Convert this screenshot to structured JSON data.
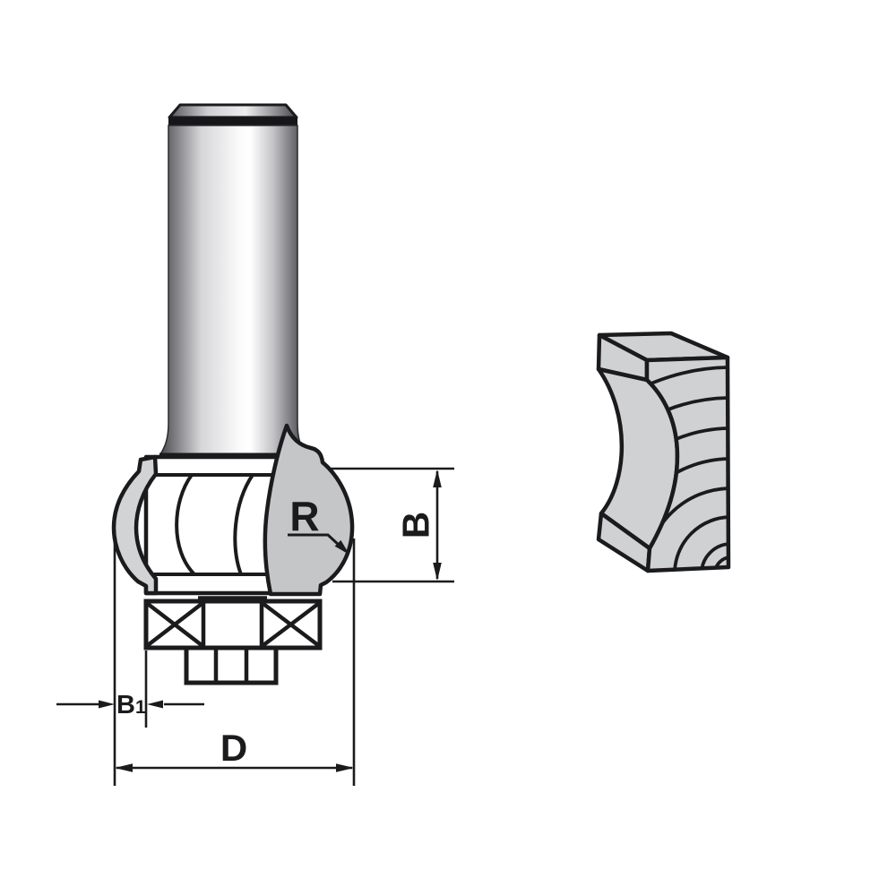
{
  "labels": {
    "radius": "R",
    "height": "B",
    "offset_base": "B",
    "offset_sub": "1",
    "diameter": "D"
  },
  "colors": {
    "outline": "#1b1b1d",
    "right_flute_gray": "#c5c6c8",
    "left_flute_gray": "#d2d3d5",
    "wood_gray": "#cfd1d3",
    "shank_edge_dark": "#48484c",
    "shank_highlight": "#fcfcfc",
    "background": "#ffffff"
  }
}
